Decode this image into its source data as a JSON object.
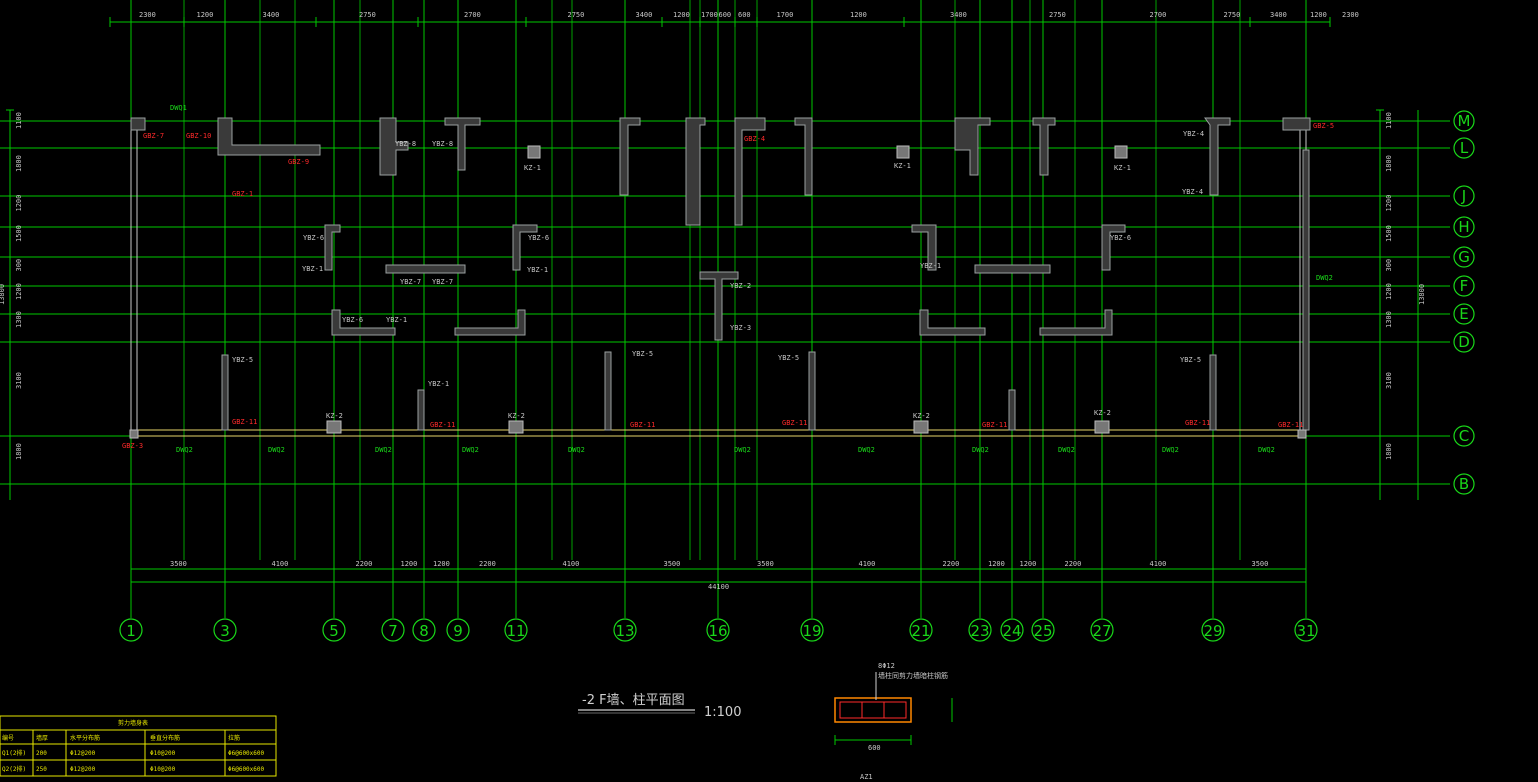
{
  "drawing": {
    "title": "-2 F墙、柱平面图",
    "scale": "1:100",
    "total_length": "44100",
    "detail_label": "AZ1",
    "detail_width": "600",
    "detail_note_1": "8Φ12",
    "detail_note_2": "墙柱同剪力墙暗柱钢筋"
  },
  "axes_x": [
    {
      "label": "1"
    },
    {
      "label": "3"
    },
    {
      "label": "5"
    },
    {
      "label": "7"
    },
    {
      "label": "8"
    },
    {
      "label": "9"
    },
    {
      "label": "11"
    },
    {
      "label": "13"
    },
    {
      "label": "16"
    },
    {
      "label": "19"
    },
    {
      "label": "21"
    },
    {
      "label": "23"
    },
    {
      "label": "24"
    },
    {
      "label": "25"
    },
    {
      "label": "27"
    },
    {
      "label": "29"
    },
    {
      "label": "31"
    }
  ],
  "axes_y": [
    {
      "label": "M"
    },
    {
      "label": "L"
    },
    {
      "label": "J"
    },
    {
      "label": "H"
    },
    {
      "label": "G"
    },
    {
      "label": "F"
    },
    {
      "label": "E"
    },
    {
      "label": "D"
    },
    {
      "label": "C"
    },
    {
      "label": "B"
    }
  ],
  "top_dims": [
    "2300",
    "1200",
    "3400",
    "2750",
    "2700",
    "2750",
    "3400",
    "1200",
    "1700",
    "600",
    "600",
    "1700",
    "1200",
    "3400",
    "2750",
    "2700",
    "2750",
    "3400",
    "1200",
    "2300"
  ],
  "bottom_dims": [
    "3500",
    "4100",
    "2200",
    "1200",
    "1200",
    "2200",
    "4100",
    "3500",
    "3500",
    "4100",
    "2200",
    "1200",
    "1200",
    "2200",
    "4100",
    "3500"
  ],
  "right_dims": [
    "1100",
    "1800",
    "1200",
    "1500",
    "300",
    "1200",
    "1300",
    "3100",
    "1800"
  ],
  "left_dims": [
    "1100",
    "1800",
    "1200",
    "1500",
    "300",
    "1200",
    "1300",
    "3100",
    "1800"
  ],
  "side_total": "13800",
  "labels": {
    "gbz": [
      "GBZ-7",
      "GBZ-10",
      "GBZ-9",
      "GBZ-1",
      "GBZ-3",
      "GBZ-11",
      "GBZ-11",
      "GBZ-11",
      "GBZ-11",
      "GBZ-11",
      "GBZ-11",
      "GBZ-11",
      "GBZ-4",
      "GBZ-5"
    ],
    "ybz": [
      "YBZ-8",
      "YBZ-8",
      "YBZ-6",
      "YBZ-1",
      "YBZ-7",
      "YBZ-7",
      "YBZ-6",
      "YBZ-1",
      "YBZ-6",
      "YBZ-1",
      "YBZ-1",
      "YBZ-6",
      "YBZ-5",
      "YBZ-5",
      "YBZ-1",
      "YBZ-2",
      "YBZ-3",
      "YBZ-5",
      "YBZ-5",
      "YBZ-4",
      "YBZ-4"
    ],
    "kz": [
      "KZ-1",
      "KZ-2",
      "KZ-2",
      "KZ-1",
      "KZ-1",
      "KZ-2",
      "KZ-2"
    ],
    "dwq": [
      "DWQ1",
      "DWQ2",
      "DWQ2",
      "DWQ2",
      "DWQ2",
      "DWQ2",
      "DWQ2",
      "DWQ2",
      "DWQ2",
      "DWQ2",
      "DWQ2",
      "DWQ2",
      "DWQ2"
    ]
  },
  "table": {
    "title": "剪力墙身表",
    "headers": [
      "编号",
      "墙厚",
      "水平分布筋",
      "垂直分布筋",
      "拉筋"
    ],
    "rows": [
      [
        "Q1(2排)",
        "200",
        "Φ12@200",
        "Φ10@200",
        "Φ6@600x600"
      ],
      [
        "Q2(2排)",
        "250",
        "Φ12@200",
        "Φ10@200",
        "Φ6@600x600"
      ]
    ]
  },
  "colors": {
    "grid": "#00c800",
    "wall": "#9aa0a0",
    "beam": "#e6d36a",
    "label_red": "#ff2a2a",
    "background": "#000000"
  }
}
